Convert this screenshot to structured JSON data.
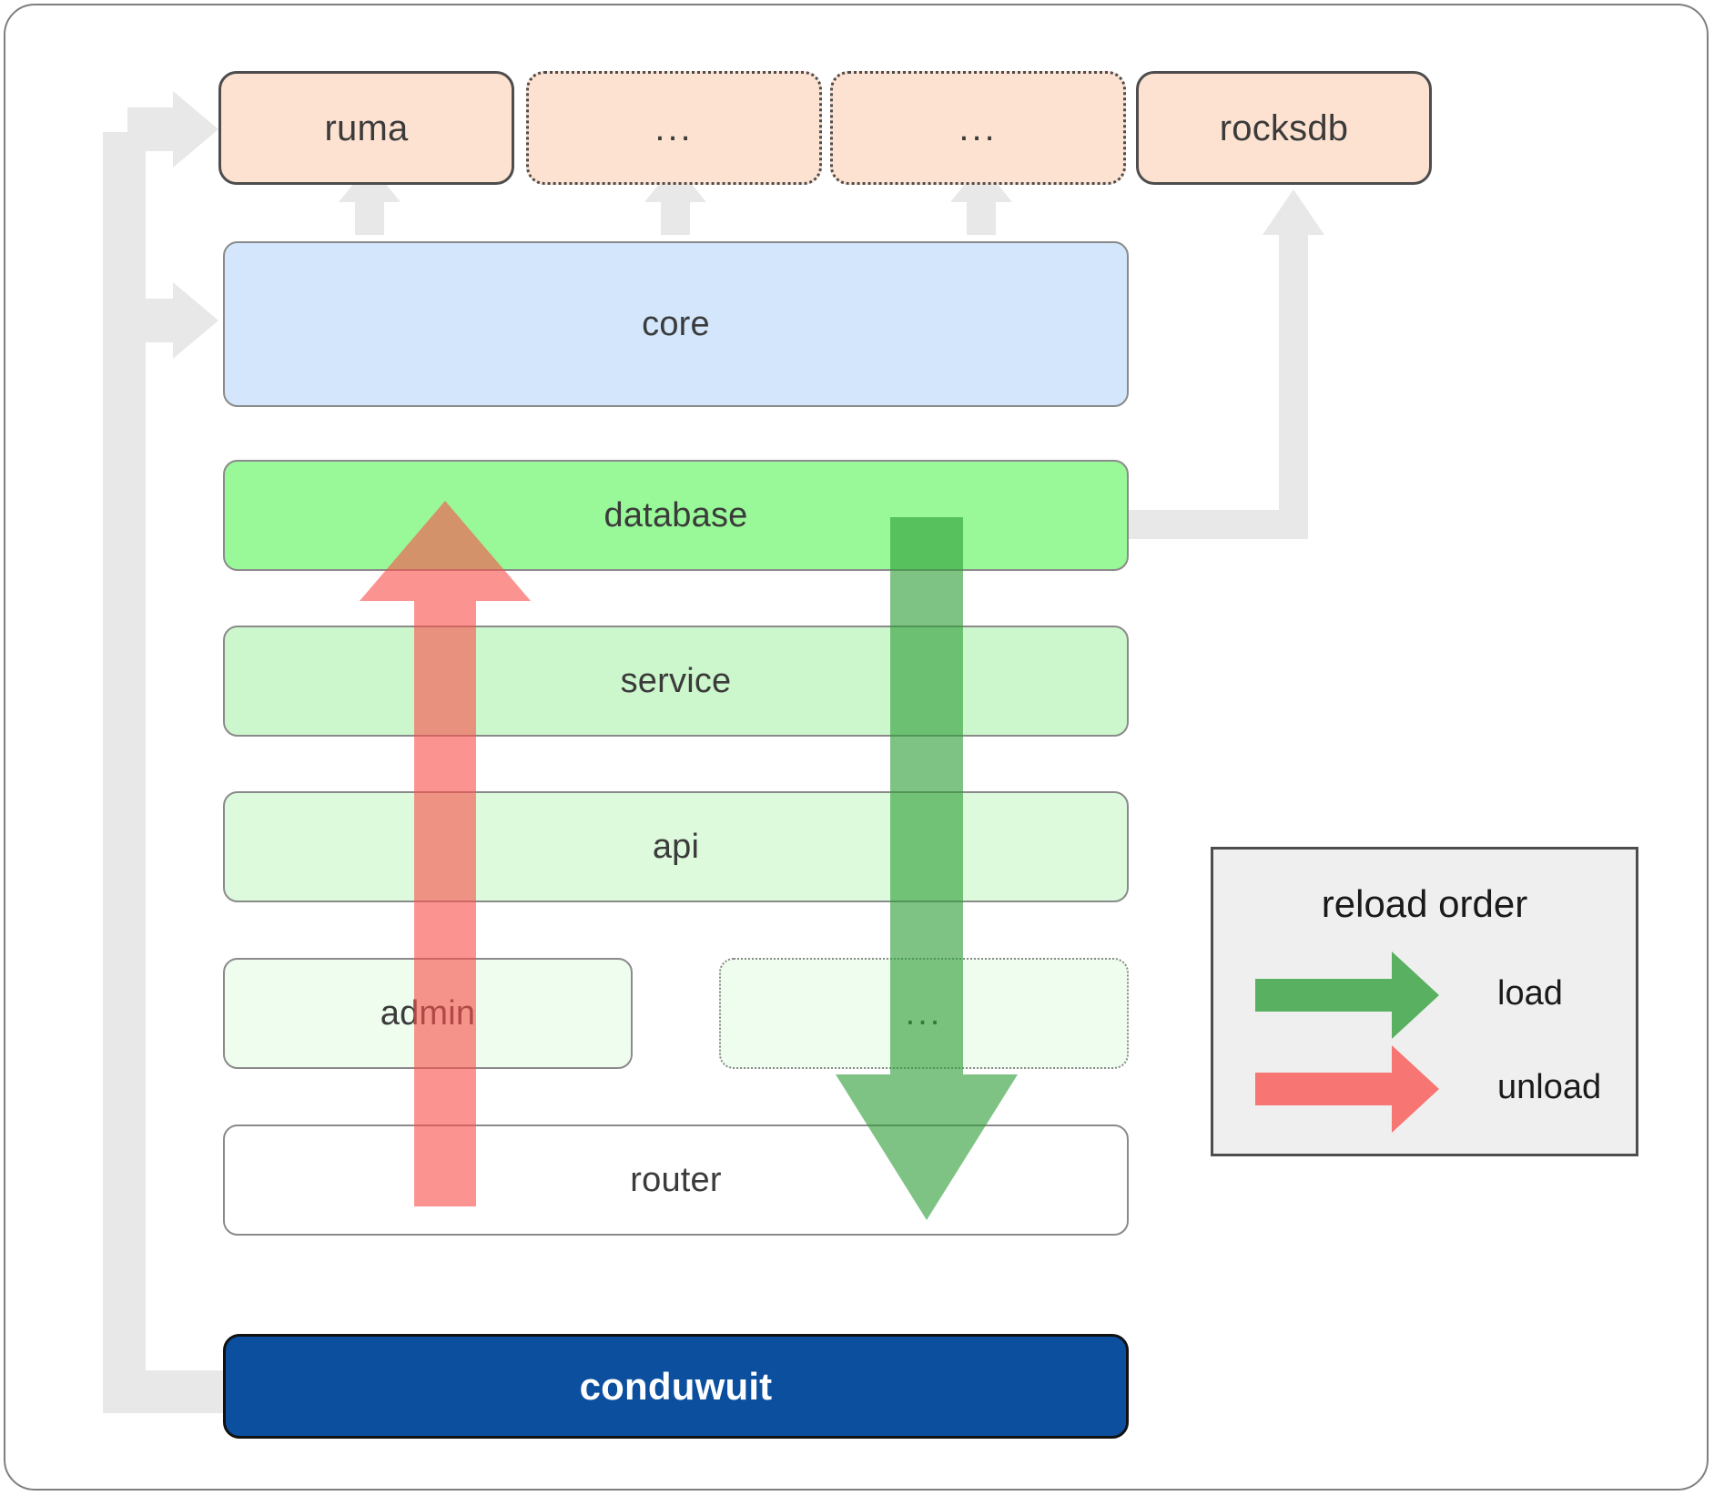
{
  "diagram": {
    "title": "conduwuit crate dependency and reload order",
    "dependencies": [
      {
        "name": "ruma",
        "label": "ruma",
        "style": "solid"
      },
      {
        "name": "dep-placeholder-1",
        "label": "...",
        "style": "dotted"
      },
      {
        "name": "dep-placeholder-2",
        "label": "...",
        "style": "dotted"
      },
      {
        "name": "rocksdb",
        "label": "rocksdb",
        "style": "solid"
      }
    ],
    "layers": [
      {
        "name": "core",
        "label": "core",
        "style": "solid"
      },
      {
        "name": "database",
        "label": "database",
        "style": "solid"
      },
      {
        "name": "service",
        "label": "service",
        "style": "solid"
      },
      {
        "name": "api",
        "label": "api",
        "style": "solid"
      },
      {
        "name": "admin",
        "label": "admin",
        "style": "solid"
      },
      {
        "name": "ellipsis",
        "label": "...",
        "style": "dotted"
      },
      {
        "name": "router",
        "label": "router",
        "style": "solid"
      }
    ],
    "root": {
      "name": "conduwuit",
      "label": "conduwuit"
    }
  },
  "legend": {
    "title": "reload order",
    "items": [
      {
        "name": "load",
        "label": "load",
        "color": "#4eaa52"
      },
      {
        "name": "unload",
        "label": "unload",
        "color": "#f9837f"
      }
    ]
  },
  "colors": {
    "dependency_fill": "#fde2d1",
    "core_fill": "#d3e6fb",
    "database_fill": "#99f999",
    "service_fill": "#ccf7cc",
    "api_fill": "#ddfadd",
    "admin_fill": "#effdef",
    "router_fill": "#ffffff",
    "conduwuit_fill": "#0b4f9e",
    "load_arrow": "#4eaa52",
    "unload_arrow": "#f9837f",
    "connector": "#e8e8e8",
    "legend_fill": "#efefef",
    "border": "#8a8a8a"
  }
}
